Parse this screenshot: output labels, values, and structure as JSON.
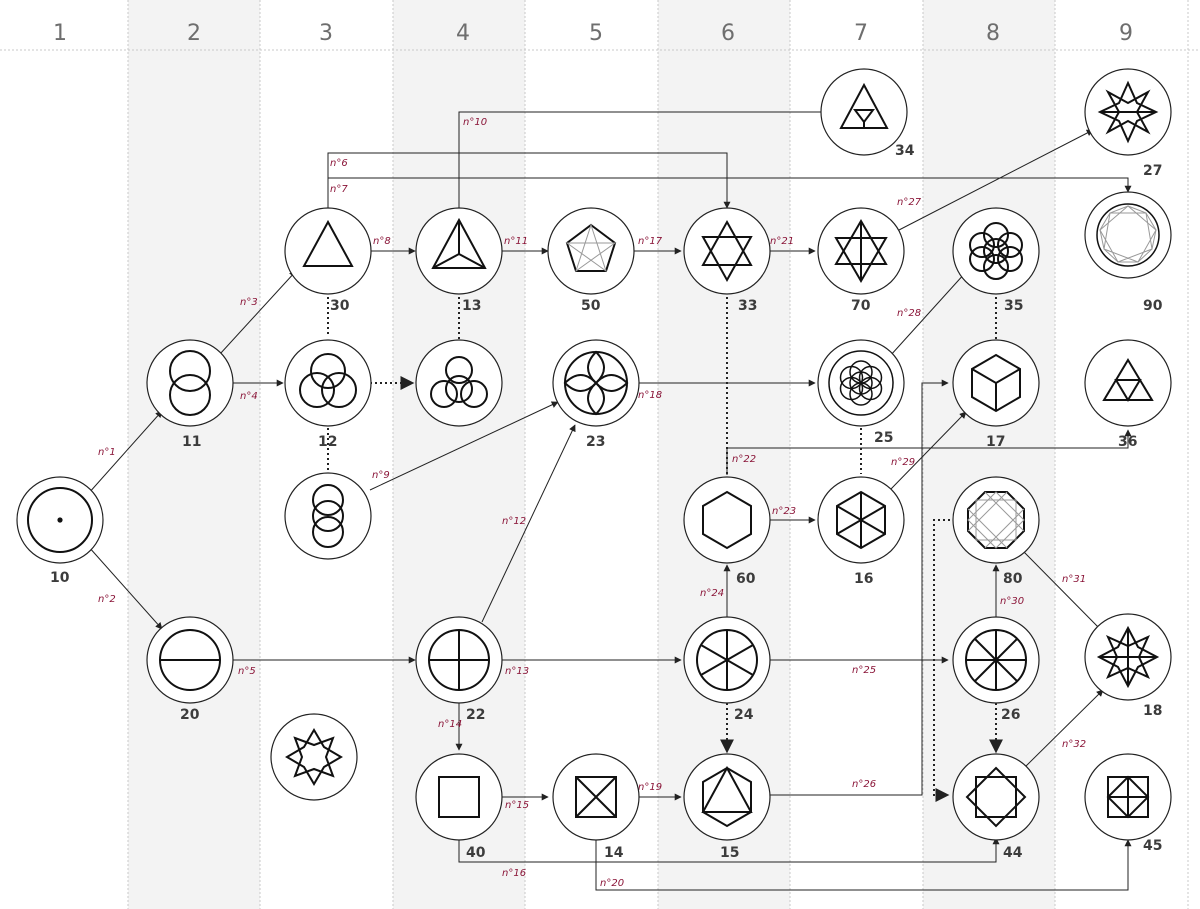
{
  "columns": [
    "1",
    "2",
    "3",
    "4",
    "5",
    "6",
    "7",
    "8",
    "9"
  ],
  "colors": {
    "edge_label": "#8a1538",
    "band": "#f3f3f3",
    "line": "#222222"
  },
  "nodes": {
    "n10": "10",
    "n11": "11",
    "n20": "20",
    "n30": "30",
    "n12": "12",
    "n22": "22",
    "n13": "13",
    "n40": "40",
    "n50": "50",
    "n23": "23",
    "n14": "14",
    "n33": "33",
    "n60": "60",
    "n24": "24",
    "n15": "15",
    "n34": "34",
    "n70": "70",
    "n25": "25",
    "n16": "16",
    "n35": "35",
    "n17": "17",
    "n80": "80",
    "n26": "26",
    "n44": "44",
    "n27": "27",
    "n90": "90",
    "n36": "36",
    "n18": "18",
    "n45": "45"
  },
  "edges": {
    "e1": "n°1",
    "e2": "n°2",
    "e3": "n°3",
    "e4": "n°4",
    "e5": "n°5",
    "e6": "n°6",
    "e7": "n°7",
    "e8": "n°8",
    "e9": "n°9",
    "e10": "n°10",
    "e11": "n°11",
    "e12": "n°12",
    "e13": "n°13",
    "e14": "n°14",
    "e15": "n°15",
    "e16": "n°16",
    "e17": "n°17",
    "e18": "n°18",
    "e19": "n°19",
    "e20": "n°20",
    "e21": "n°21",
    "e22": "n°22",
    "e23": "n°23",
    "e24": "n°24",
    "e25": "n°25",
    "e26": "n°26",
    "e27": "n°27",
    "e28": "n°28",
    "e29": "n°29",
    "e30": "n°30",
    "e31": "n°31",
    "e32": "n°32"
  }
}
